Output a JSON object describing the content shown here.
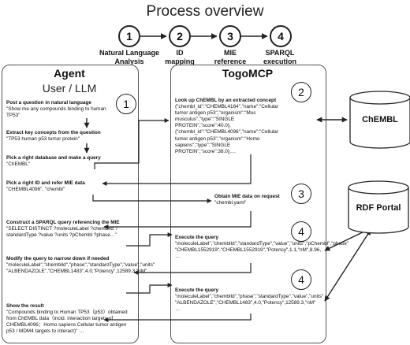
{
  "title": "Process overview",
  "steps": [
    {
      "num": "1",
      "label": "Natural Language Analysis"
    },
    {
      "num": "2",
      "label": "ID mapping"
    },
    {
      "num": "3",
      "label": "MIE reference"
    },
    {
      "num": "4",
      "label": "SPARQL execution"
    }
  ],
  "agent": {
    "title": "Agent",
    "subtitle": "User / LLM",
    "badge": "1",
    "blocks": [
      {
        "heading": "Post a question in natural language",
        "text": "\"Show me any compounds binding to human TP53\""
      },
      {
        "heading": "Extract key concepts from the question",
        "text": "\"TP53 human p53 tumor protein\""
      },
      {
        "heading": "Pick a right database and make a query",
        "text": "\"ChEMBL\""
      },
      {
        "heading": "Pick a right ID and refer MIE data",
        "text": "\"CHEMBL4096\", \"chembl\""
      },
      {
        "heading": "Construct a SPARQL query referencing the MIE",
        "text": "\"SELECT DISTINCT ?moleculeLabel ?chemblId ?standardType ?value ?units ?pChembl ?phase…\""
      },
      {
        "heading": "Modify the query to narrow down if needed",
        "text": "\"moleculeLabel\",\"chemblId\",\"phase\",\"standardType\",\"value\",\"units\" \"ALBENDAZOLE\",\"CHEMBL1483\",4.0,\"Potency\",12589.3,\"nM\""
      },
      {
        "heading": "Show the result",
        "text": "\"Compounds binding to Human TP53（p53）obtained from ChEMBL data（incld. interaction targets of CHEMBL4096：Homo sapiens Cellular tumor antigen p53 / MDM4 targets to interact)\" …"
      }
    ]
  },
  "togo": {
    "title": "TogoMCP",
    "blocks": [
      {
        "badge": "2",
        "heading": "Look up ChEMBL by an extracted concept",
        "text": "{\"chembl_id\":\"CHEMBL4164\",\"name\":\"Cellular tumor antigen p53\",\"organism\":\"Mus musculus\",\"type\":\"SINGLE PROTEIN\",\"score\":40.0}, {\"chembl_id\":\"CHEMBL4096\",\"name\":\"Cellular tumor antigen p53\",\"organism\":\"Homo sapiens\",\"type\":\"SINGLE PROTEIN\",\"score\":38.0},…"
      },
      {
        "badge": "3",
        "heading": "Obtain MIE data on request",
        "text": "\"chembl.yaml\""
      },
      {
        "badge": "4",
        "heading": "Execute the query",
        "text": "\"moleculeLabel\",\"chemblId\",\"standardType\",\"value\",\"units\",\"pChembl\",\"phase\" \"CHEMBL1552919\",\"CHEMBL1552919\",\"Potency\",1.1,\"nM\",8.96, …"
      },
      {
        "badge": "4",
        "heading": "Execute the query",
        "text": "\"moleculeLabel\",\"chemblId\",\"phase\",\"standardType\",\"value\",\"units\" \"ALBENDAZOLE\",\"CHEMBL1483\",4.0,\"Potency\",12589.3,\"nM\" …"
      }
    ]
  },
  "databases": [
    {
      "label": "ChEMBL"
    },
    {
      "label": "RDF Portal"
    }
  ]
}
